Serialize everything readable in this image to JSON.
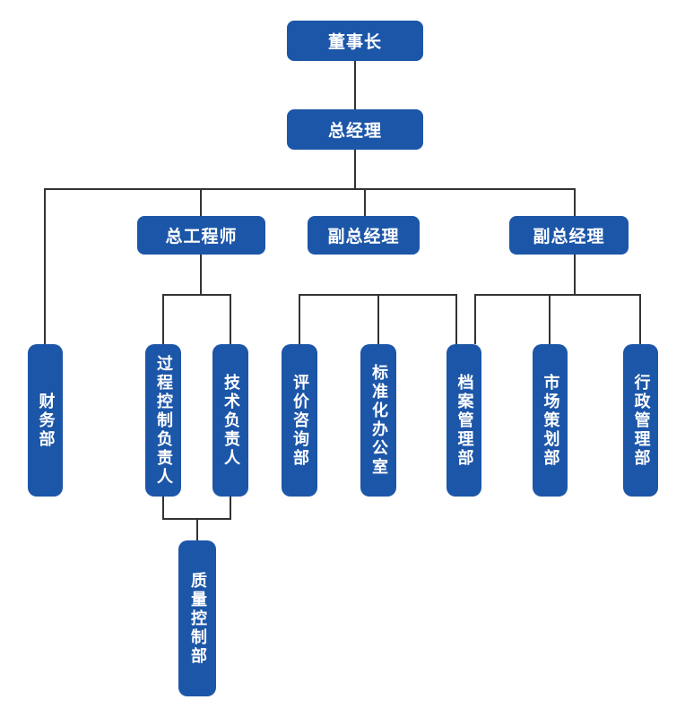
{
  "diagram": {
    "type": "org-chart",
    "language": "zh-CN",
    "colors": {
      "box_fill": "#1c56a8",
      "box_text": "#ffffff",
      "connector_line": "#333333",
      "background": "#ffffff"
    },
    "nodes": {
      "chairman": "董事长",
      "general_manager": "总经理",
      "chief_engineer": "总工程师",
      "deputy_gm_1": "副总经理",
      "deputy_gm_2": "副总经理",
      "finance_dept": "财务部",
      "process_control_lead": "过程控制负责人",
      "technical_lead": "技术负责人",
      "evaluation_consulting_dept": "评价咨询部",
      "standardization_office": "标准化办公室",
      "archives_management_dept": "档案管理部",
      "market_planning_dept": "市场策划部",
      "admin_management_dept": "行政管理部",
      "quality_control_dept": "质量控制部"
    },
    "edges": [
      [
        "chairman",
        "general_manager"
      ],
      [
        "general_manager",
        "finance_dept"
      ],
      [
        "general_manager",
        "chief_engineer"
      ],
      [
        "general_manager",
        "deputy_gm_1"
      ],
      [
        "general_manager",
        "deputy_gm_2"
      ],
      [
        "chief_engineer",
        "process_control_lead"
      ],
      [
        "chief_engineer",
        "technical_lead"
      ],
      [
        "deputy_gm_1",
        "evaluation_consulting_dept"
      ],
      [
        "deputy_gm_1",
        "standardization_office"
      ],
      [
        "deputy_gm_1",
        "archives_management_dept"
      ],
      [
        "deputy_gm_2",
        "archives_management_dept"
      ],
      [
        "deputy_gm_2",
        "market_planning_dept"
      ],
      [
        "deputy_gm_2",
        "admin_management_dept"
      ],
      [
        "process_control_lead",
        "quality_control_dept"
      ],
      [
        "technical_lead",
        "quality_control_dept"
      ]
    ]
  }
}
